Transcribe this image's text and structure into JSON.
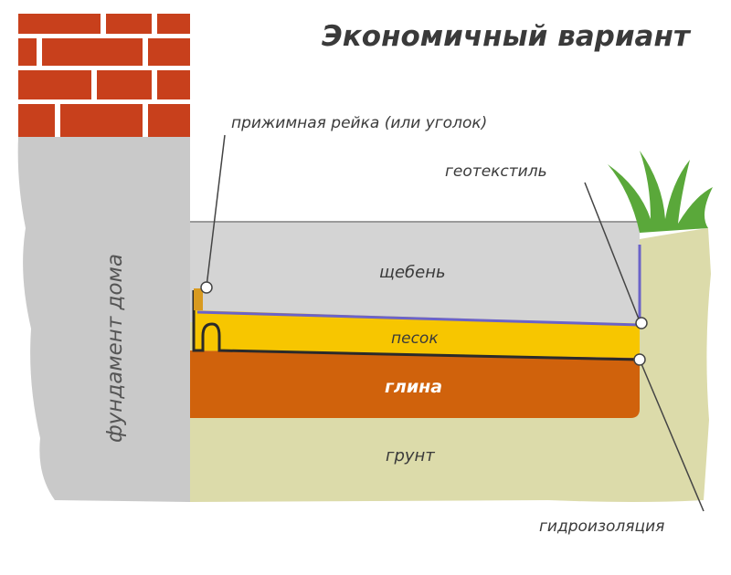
{
  "title": "Экономичный вариант",
  "labels": {
    "foundation": "фундамент дома",
    "rail": "прижимная рейка (или уголок)",
    "geotextile": "геотекстиль",
    "gravel": "щебень",
    "sand": "песок",
    "clay": "глина",
    "soil": "грунт",
    "waterproofing": "гидроизоляция"
  },
  "colors": {
    "brick": "#c8401c",
    "foundation": "#c9c9c9",
    "gravel": "#d4d4d4",
    "sand": "#f7c600",
    "clay": "#d0620c",
    "soil": "#dcdbaa",
    "geotextile": "#6b63c9",
    "grass": "#5aa83a"
  }
}
